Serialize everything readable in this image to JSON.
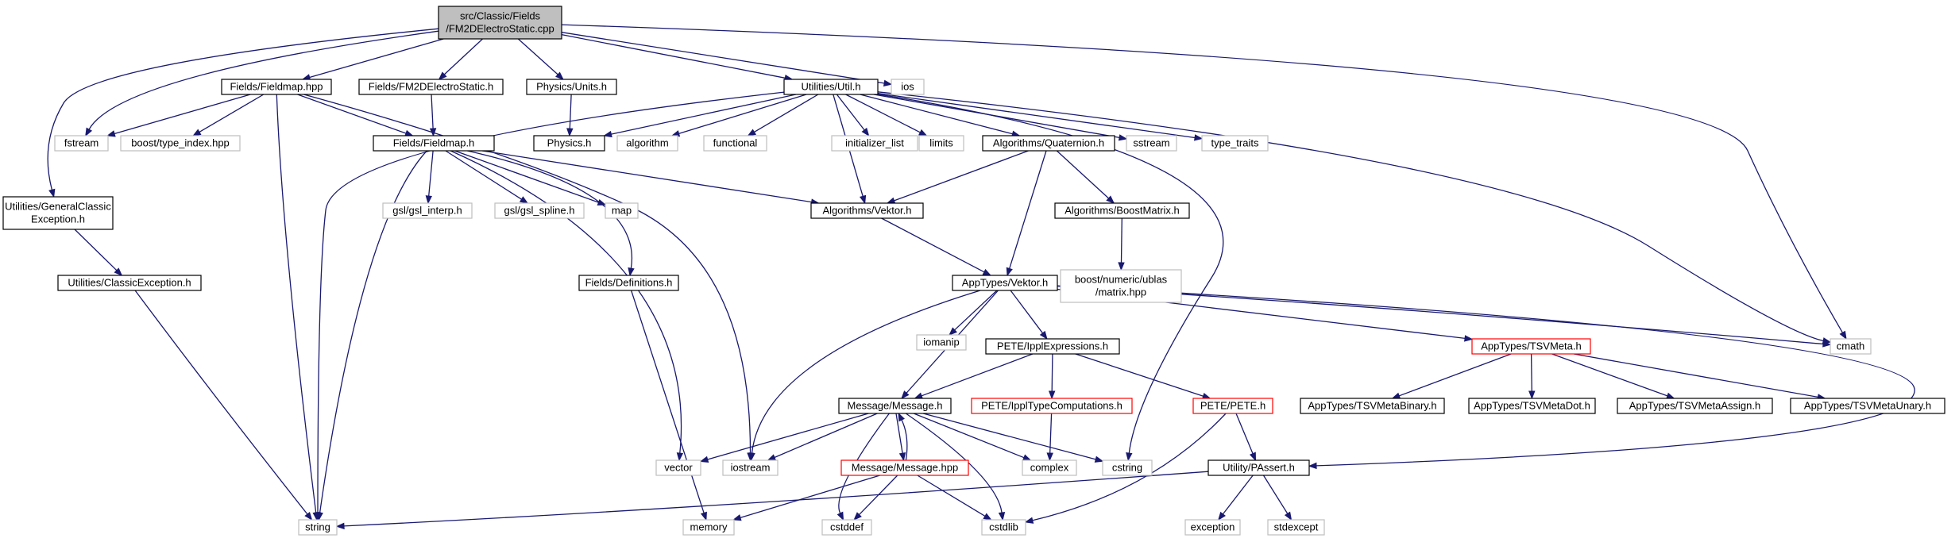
{
  "nodes": [
    {
      "id": "root",
      "lines": [
        "src/Classic/Fields",
        "/FM2DElectroStatic.cpp"
      ],
      "style": "root"
    },
    {
      "id": "fieldmap_hpp",
      "lines": [
        "Fields/Fieldmap.hpp"
      ],
      "style": "normal"
    },
    {
      "id": "fm2d_h",
      "lines": [
        "Fields/FM2DElectroStatic.h"
      ],
      "style": "normal"
    },
    {
      "id": "units_h",
      "lines": [
        "Physics/Units.h"
      ],
      "style": "normal"
    },
    {
      "id": "util_h",
      "lines": [
        "Utilities/Util.h"
      ],
      "style": "normal"
    },
    {
      "id": "ios",
      "lines": [
        "ios"
      ],
      "style": "external"
    },
    {
      "id": "fstream",
      "lines": [
        "fstream"
      ],
      "style": "external"
    },
    {
      "id": "type_index",
      "lines": [
        "boost/type_index.hpp"
      ],
      "style": "external"
    },
    {
      "id": "fieldmap_h",
      "lines": [
        "Fields/Fieldmap.h"
      ],
      "style": "normal"
    },
    {
      "id": "physics_h",
      "lines": [
        "Physics.h"
      ],
      "style": "normal"
    },
    {
      "id": "algorithm",
      "lines": [
        "algorithm"
      ],
      "style": "external"
    },
    {
      "id": "functional",
      "lines": [
        "functional"
      ],
      "style": "external"
    },
    {
      "id": "init_list",
      "lines": [
        "initializer_list"
      ],
      "style": "external"
    },
    {
      "id": "limits",
      "lines": [
        "limits"
      ],
      "style": "external"
    },
    {
      "id": "quaternion_h",
      "lines": [
        "Algorithms/Quaternion.h"
      ],
      "style": "normal"
    },
    {
      "id": "sstream",
      "lines": [
        "sstream"
      ],
      "style": "external"
    },
    {
      "id": "type_traits",
      "lines": [
        "type_traits"
      ],
      "style": "external"
    },
    {
      "id": "gce_h",
      "lines": [
        "Utilities/GeneralClassic",
        "Exception.h"
      ],
      "style": "normal"
    },
    {
      "id": "gsl_interp",
      "lines": [
        "gsl/gsl_interp.h"
      ],
      "style": "external"
    },
    {
      "id": "gsl_spline",
      "lines": [
        "gsl/gsl_spline.h"
      ],
      "style": "external"
    },
    {
      "id": "map",
      "lines": [
        "map"
      ],
      "style": "external"
    },
    {
      "id": "alg_vektor_h",
      "lines": [
        "Algorithms/Vektor.h"
      ],
      "style": "normal"
    },
    {
      "id": "boostmatrix_h",
      "lines": [
        "Algorithms/BoostMatrix.h"
      ],
      "style": "normal"
    },
    {
      "id": "ce_h",
      "lines": [
        "Utilities/ClassicException.h"
      ],
      "style": "normal"
    },
    {
      "id": "defs_h",
      "lines": [
        "Fields/Definitions.h"
      ],
      "style": "normal"
    },
    {
      "id": "ublas_matrix",
      "lines": [
        "boost/numeric/ublas",
        "/matrix.hpp"
      ],
      "style": "external"
    },
    {
      "id": "app_vektor_h",
      "lines": [
        "AppTypes/Vektor.h"
      ],
      "style": "normal"
    },
    {
      "id": "iomanip",
      "lines": [
        "iomanip"
      ],
      "style": "external"
    },
    {
      "id": "ippl_expr_h",
      "lines": [
        "PETE/IpplExpressions.h"
      ],
      "style": "normal"
    },
    {
      "id": "tsvmeta_h",
      "lines": [
        "AppTypes/TSVMeta.h"
      ],
      "style": "truncated"
    },
    {
      "id": "cmath",
      "lines": [
        "cmath"
      ],
      "style": "external"
    },
    {
      "id": "tsv_binary",
      "lines": [
        "AppTypes/TSVMetaBinary.h"
      ],
      "style": "normal"
    },
    {
      "id": "tsv_dot",
      "lines": [
        "AppTypes/TSVMetaDot.h"
      ],
      "style": "normal"
    },
    {
      "id": "tsv_assign",
      "lines": [
        "AppTypes/TSVMetaAssign.h"
      ],
      "style": "normal"
    },
    {
      "id": "tsv_unary",
      "lines": [
        "AppTypes/TSVMetaUnary.h"
      ],
      "style": "normal"
    },
    {
      "id": "message_h",
      "lines": [
        "Message/Message.h"
      ],
      "style": "normal"
    },
    {
      "id": "ippl_type_h",
      "lines": [
        "PETE/IpplTypeComputations.h"
      ],
      "style": "truncated"
    },
    {
      "id": "pete_h",
      "lines": [
        "PETE/PETE.h"
      ],
      "style": "truncated"
    },
    {
      "id": "vector",
      "lines": [
        "vector"
      ],
      "style": "external"
    },
    {
      "id": "iostream",
      "lines": [
        "iostream"
      ],
      "style": "external"
    },
    {
      "id": "message_hpp",
      "lines": [
        "Message/Message.hpp"
      ],
      "style": "truncated"
    },
    {
      "id": "complex",
      "lines": [
        "complex"
      ],
      "style": "external"
    },
    {
      "id": "cstring",
      "lines": [
        "cstring"
      ],
      "style": "external"
    },
    {
      "id": "passert_h",
      "lines": [
        "Utility/PAssert.h"
      ],
      "style": "normal"
    },
    {
      "id": "string",
      "lines": [
        "string"
      ],
      "style": "external"
    },
    {
      "id": "memory",
      "lines": [
        "memory"
      ],
      "style": "external"
    },
    {
      "id": "cstddef",
      "lines": [
        "cstddef"
      ],
      "style": "external"
    },
    {
      "id": "cstdlib",
      "lines": [
        "cstdlib"
      ],
      "style": "external"
    },
    {
      "id": "exception",
      "lines": [
        "exception"
      ],
      "style": "external"
    },
    {
      "id": "stdexcept",
      "lines": [
        "stdexcept"
      ],
      "style": "external"
    }
  ],
  "edges": [
    [
      "root",
      "fieldmap_hpp"
    ],
    [
      "root",
      "fm2d_h"
    ],
    [
      "root",
      "units_h"
    ],
    [
      "root",
      "util_h"
    ],
    [
      "root",
      "ios"
    ],
    [
      "root",
      "fstream"
    ],
    [
      "root",
      "gce_h"
    ],
    [
      "root",
      "cmath"
    ],
    [
      "fieldmap_hpp",
      "fstream"
    ],
    [
      "fieldmap_hpp",
      "type_index"
    ],
    [
      "fieldmap_hpp",
      "fieldmap_h"
    ],
    [
      "fieldmap_hpp",
      "string"
    ],
    [
      "fieldmap_hpp",
      "iostream"
    ],
    [
      "fm2d_h",
      "fieldmap_h"
    ],
    [
      "units_h",
      "physics_h"
    ],
    [
      "util_h",
      "string"
    ],
    [
      "util_h",
      "physics_h"
    ],
    [
      "util_h",
      "algorithm"
    ],
    [
      "util_h",
      "functional"
    ],
    [
      "util_h",
      "init_list"
    ],
    [
      "util_h",
      "limits"
    ],
    [
      "util_h",
      "quaternion_h"
    ],
    [
      "util_h",
      "sstream"
    ],
    [
      "util_h",
      "type_traits"
    ],
    [
      "util_h",
      "alg_vektor_h"
    ],
    [
      "util_h",
      "cstring"
    ],
    [
      "util_h",
      "cmath"
    ],
    [
      "fieldmap_h",
      "string"
    ],
    [
      "fieldmap_h",
      "gsl_interp"
    ],
    [
      "fieldmap_h",
      "gsl_spline"
    ],
    [
      "fieldmap_h",
      "map"
    ],
    [
      "fieldmap_h",
      "alg_vektor_h"
    ],
    [
      "fieldmap_h",
      "defs_h"
    ],
    [
      "fieldmap_h",
      "vector"
    ],
    [
      "quaternion_h",
      "alg_vektor_h"
    ],
    [
      "quaternion_h",
      "boostmatrix_h"
    ],
    [
      "quaternion_h",
      "app_vektor_h"
    ],
    [
      "gce_h",
      "ce_h"
    ],
    [
      "ce_h",
      "string"
    ],
    [
      "defs_h",
      "memory"
    ],
    [
      "alg_vektor_h",
      "app_vektor_h"
    ],
    [
      "boostmatrix_h",
      "ublas_matrix"
    ],
    [
      "app_vektor_h",
      "iomanip"
    ],
    [
      "app_vektor_h",
      "ippl_expr_h"
    ],
    [
      "app_vektor_h",
      "tsvmeta_h"
    ],
    [
      "app_vektor_h",
      "cmath"
    ],
    [
      "app_vektor_h",
      "message_h"
    ],
    [
      "app_vektor_h",
      "iostream"
    ],
    [
      "app_vektor_h",
      "passert_h"
    ],
    [
      "ippl_expr_h",
      "message_h"
    ],
    [
      "ippl_expr_h",
      "ippl_type_h"
    ],
    [
      "ippl_expr_h",
      "pete_h"
    ],
    [
      "tsvmeta_h",
      "tsv_binary"
    ],
    [
      "tsvmeta_h",
      "tsv_dot"
    ],
    [
      "tsvmeta_h",
      "tsv_assign"
    ],
    [
      "tsvmeta_h",
      "tsv_unary"
    ],
    [
      "message_h",
      "vector"
    ],
    [
      "message_h",
      "iostream"
    ],
    [
      "message_h",
      "message_hpp"
    ],
    [
      "message_h",
      "complex"
    ],
    [
      "message_h",
      "cstring"
    ],
    [
      "message_h",
      "cstddef"
    ],
    [
      "message_h",
      "cstdlib"
    ],
    [
      "message_hpp",
      "message_h"
    ],
    [
      "message_hpp",
      "memory"
    ],
    [
      "message_hpp",
      "cstddef"
    ],
    [
      "message_hpp",
      "cstdlib"
    ],
    [
      "ippl_type_h",
      "complex"
    ],
    [
      "pete_h",
      "passert_h"
    ],
    [
      "pete_h",
      "cstdlib"
    ],
    [
      "passert_h",
      "string"
    ],
    [
      "passert_h",
      "exception"
    ],
    [
      "passert_h",
      "stdexcept"
    ]
  ],
  "colors": {
    "edge": "#191970",
    "root_fill": "#bfbfbf",
    "normal_border": "#000000",
    "external_border": "#bfbfbf",
    "truncated_border": "#ff0000",
    "node_fill": "#ffffff"
  }
}
